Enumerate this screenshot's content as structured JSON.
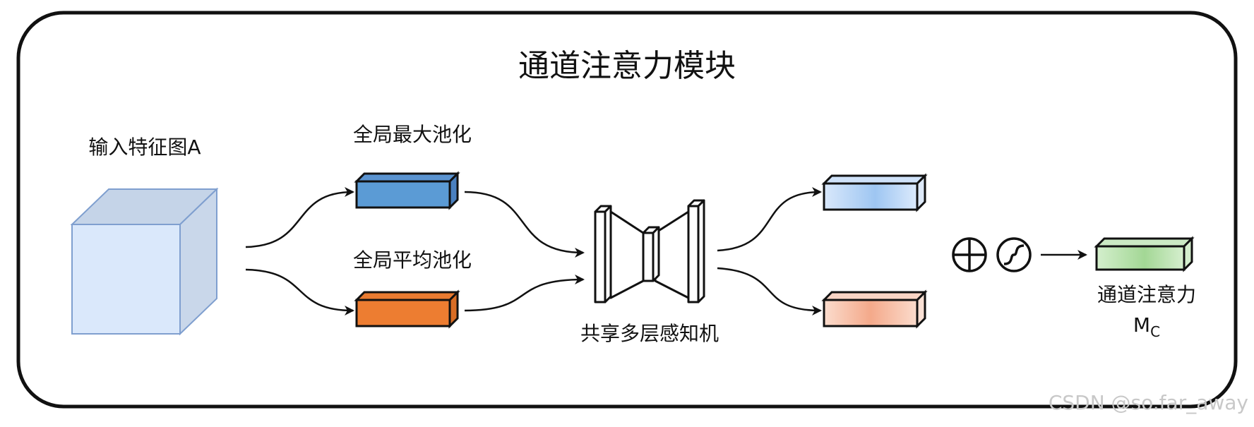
{
  "title": "通道注意力模块",
  "labels": {
    "input": "输入特征图A",
    "max_pool": "全局最大池化",
    "avg_pool": "全局平均池化",
    "mlp": "共享多层感知机",
    "output_line1": "通道注意力",
    "output_symbol": "M",
    "output_subscript": "C"
  },
  "operators": {
    "add_icon": "circled-plus-icon",
    "sigmoid_icon": "sigmoid-icon"
  },
  "colors": {
    "input_cube": "#d6e6fa",
    "input_cube_edge": "#7f9fcf",
    "max_pool_bar": "#5b9bd5",
    "avg_pool_bar": "#ed7d31",
    "mlp_out_top": "#b4d2f5",
    "mlp_out_bottom": "#f8c0a8",
    "output_bar": "#a9d99e"
  },
  "watermark": "CSDN @so.far_away"
}
